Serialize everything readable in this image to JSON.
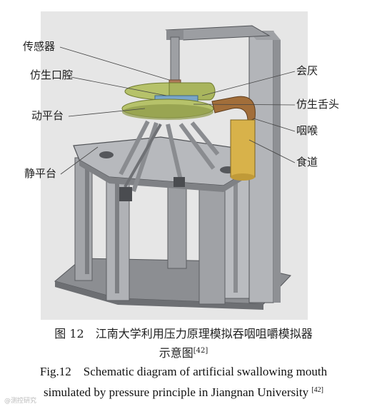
{
  "labels": {
    "sensor": "传感器",
    "bionic_mouth": "仿生口腔",
    "moving_platform": "动平台",
    "static_platform": "静平台",
    "epiglottis": "会厌",
    "bionic_tongue": "仿生舌头",
    "pharynx": "咽喉",
    "esophagus": "食道"
  },
  "caption": {
    "cn_line1": "图 12　江南大学利用压力原理模拟吞咽咀嚼模拟器",
    "cn_line2": "示意图",
    "cn_ref": "[42]",
    "en_line1": "Fig.12　Schematic diagram of artificial swallowing mouth",
    "en_line2": "simulated by pressure principle in Jiangnan University",
    "en_ref": "[42]"
  },
  "watermark": "@测控研究"
}
